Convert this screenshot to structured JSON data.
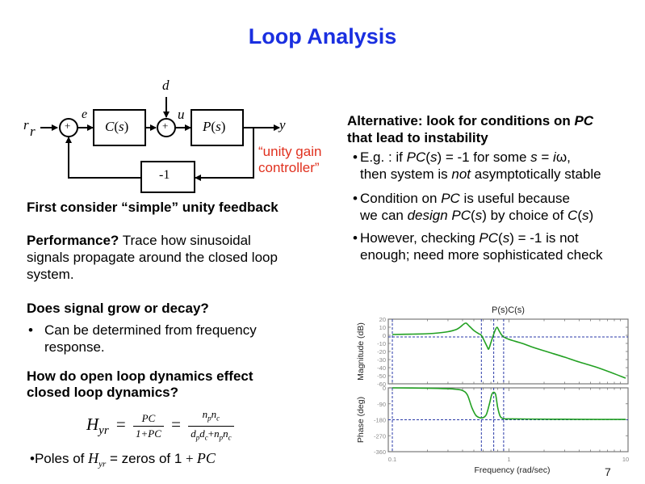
{
  "slide": {
    "title": "Loop Analysis",
    "page_number": "7"
  },
  "diagram": {
    "signals": {
      "r": "r",
      "r_sub": "r",
      "e": "e",
      "d": "d",
      "u": "u",
      "y": "y"
    },
    "blocks": {
      "controller": "C(s)",
      "plant": "P(s)",
      "feedback_gain": "-1"
    },
    "summers": [
      "+",
      "+"
    ],
    "annotation_line1": "“unity gain",
    "annotation_line2": "controller”",
    "colors": {
      "annotation": "#e0301e"
    }
  },
  "left": {
    "heading1": "First consider “simple” unity feedback",
    "performance_bold": "Performance?",
    "performance_text1": " Trace how sinusoidal",
    "performance_text2": "signals propagate around the closed loop",
    "performance_text3": "system.",
    "heading2": "Does signal grow or decay?",
    "bullet1_line1": "Can be determined from frequency",
    "bullet1_line2": "response.",
    "heading3_line1": "How do open loop dynamics effect",
    "heading3_line2": "closed loop dynamics?",
    "equation": {
      "lhs": "H",
      "lhs_sub": "yr",
      "frac1_num": "PC",
      "frac1_den": "1+PC",
      "frac2_num": "n_p n_c",
      "frac2_den": "d_p d_c + n_p n_c"
    },
    "poles_prefix": "Poles of ",
    "poles_H": "H",
    "poles_H_sub": "yr",
    "poles_mid": " = zeros of 1 ",
    "poles_plus": "+ ",
    "poles_PC": "PC"
  },
  "right": {
    "heading_line1": "Alternative: look for conditions on ",
    "heading_line1_it": "PC",
    "heading_line2": "that lead to instability",
    "bullets": [
      {
        "line1": "E.g. : if PC(s) = -1 for some s = iω,",
        "line2": "then system is not asymptotically stable"
      },
      {
        "line1": "Condition on PC is useful because",
        "line2": "we can design PC(s) by choice of C(s)"
      },
      {
        "line1": "However, checking PC(s) = -1 is not",
        "line2": "enough; need more sophisticated check"
      }
    ]
  },
  "chart_data": {
    "type": "line",
    "title": "P(s)C(s)",
    "xlabel": "Frequency (rad/sec)",
    "xscale": "log",
    "xlim": [
      0.1,
      10
    ],
    "xticks": [
      0.1,
      1,
      10
    ],
    "xtick_labels": [
      "0.1",
      "1",
      "10"
    ],
    "colors": {
      "curve": "#22a022",
      "guides": "#2a3aa8",
      "axis": "#777777"
    },
    "subplots": [
      {
        "name": "magnitude",
        "ylabel": "Magnitude (dB)",
        "ylim": [
          -60,
          20
        ],
        "yticks": [
          20,
          10,
          0,
          -10,
          -20,
          -30,
          -40,
          -50,
          -60
        ],
        "x": [
          0.1,
          0.15,
          0.2,
          0.25,
          0.3,
          0.35,
          0.38,
          0.41,
          0.43,
          0.46,
          0.5,
          0.55,
          0.58,
          0.62,
          0.65,
          0.67,
          0.7,
          0.73,
          0.76,
          0.79,
          0.82,
          0.86,
          0.9,
          1.0,
          1.3,
          1.7,
          2.2,
          3.0,
          4.0,
          5.5,
          7.5,
          10
        ],
        "values": [
          1,
          1.5,
          2,
          3,
          4.5,
          7,
          10,
          14,
          15,
          11,
          6,
          2,
          0,
          -8,
          -14,
          -17,
          -9,
          -1,
          6,
          10,
          6,
          1,
          -2,
          -5,
          -10,
          -16,
          -21,
          -27,
          -33,
          -39,
          -46,
          -53
        ],
        "guides_x": [
          0.1,
          0.58,
          0.74,
          0.9
        ],
        "guides_y": [
          -2
        ]
      },
      {
        "name": "phase",
        "ylabel": "Phase (deg)",
        "ylim": [
          -360,
          0
        ],
        "yticks": [
          0,
          -90,
          -180,
          -270,
          -360
        ],
        "x": [
          0.1,
          0.2,
          0.3,
          0.35,
          0.4,
          0.44,
          0.48,
          0.52,
          0.56,
          0.6,
          0.64,
          0.68,
          0.71,
          0.74,
          0.77,
          0.8,
          0.84,
          0.88,
          0.93,
          1.0,
          1.5,
          3,
          6,
          10
        ],
        "values": [
          0,
          -2,
          -5,
          -8,
          -15,
          -40,
          -110,
          -155,
          -168,
          -168,
          -150,
          -90,
          -40,
          -25,
          -40,
          -110,
          -160,
          -172,
          -175,
          -175,
          -176,
          -177,
          -178,
          -178
        ],
        "guides_x": [
          0.1,
          0.58,
          0.74,
          0.9
        ],
        "guides_y": [
          -180
        ]
      }
    ]
  }
}
